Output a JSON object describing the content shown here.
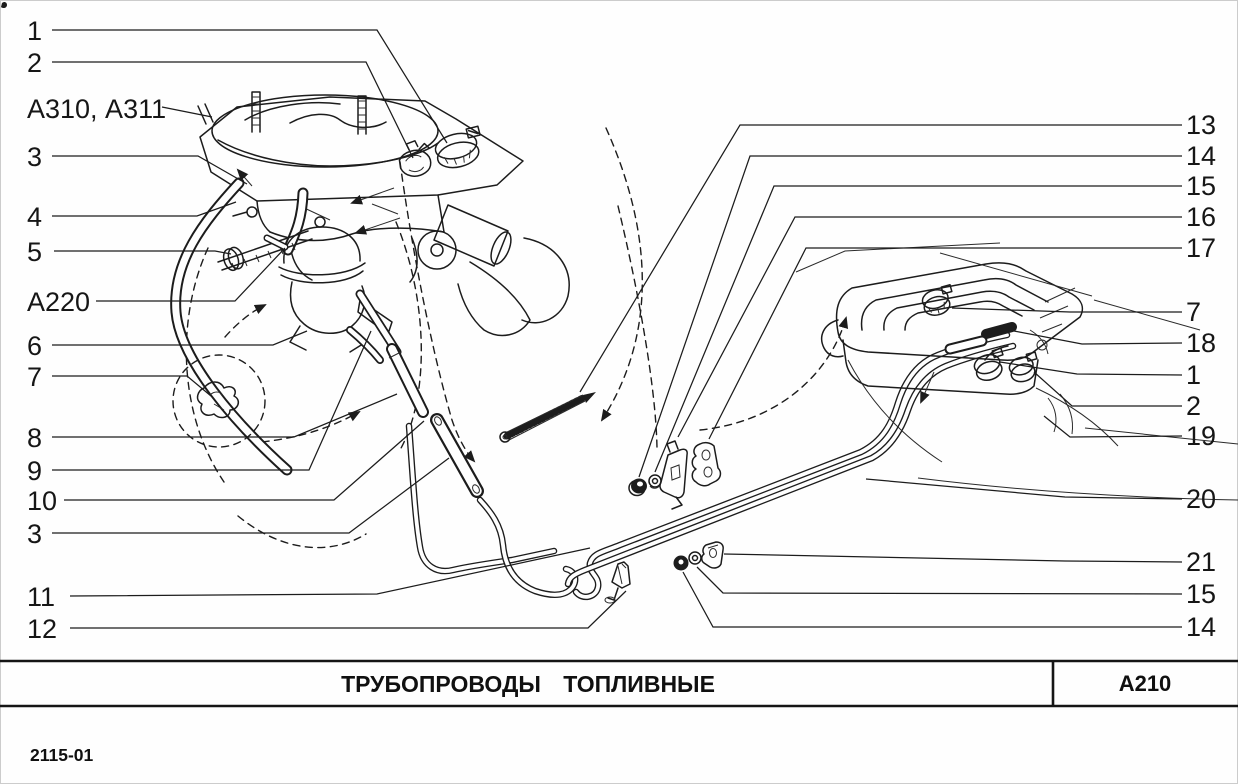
{
  "colors": {
    "ink": "#1c1c1c",
    "paper": "#fefefe"
  },
  "title_block": {
    "title": "ТРУБОПРОВОДЫ ТОПЛИВНЫЕ",
    "code": "А210"
  },
  "footer": {
    "doc_number": "2115-01"
  },
  "callouts": {
    "left": [
      "1",
      "2",
      "А310, А311",
      "3",
      "4",
      "5",
      "А220",
      "6",
      "7",
      "8",
      "9",
      "10",
      "3",
      "11",
      "12"
    ],
    "right": [
      "13",
      "14",
      "15",
      "16",
      "17",
      "7",
      "18",
      "1",
      "2",
      "19",
      "20",
      "21",
      "15",
      "14"
    ]
  }
}
